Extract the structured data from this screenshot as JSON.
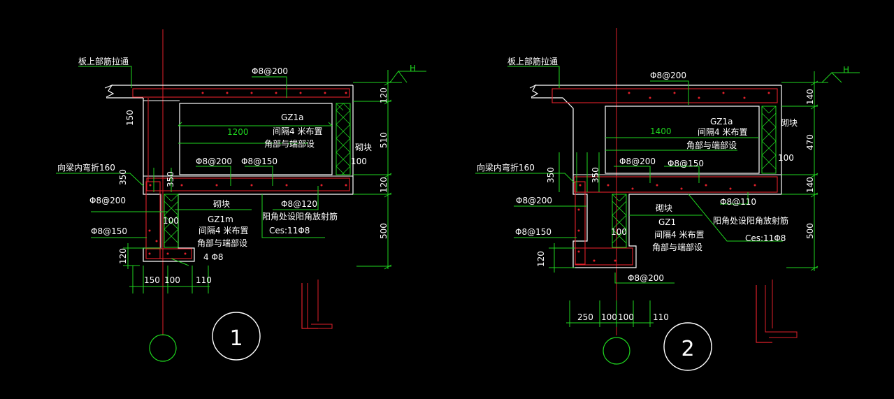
{
  "colors": {
    "background": "#000000",
    "outline": "#ffffff",
    "rebar": "#e0202a",
    "dimension": "#1fd61f",
    "text": "#ffffff",
    "dim_text": "#ffffff",
    "green_text": "#1fd61f",
    "axis": "#e0202a",
    "infill": "#1fd61f"
  },
  "detail1": {
    "note_top_left": "板上部筋拉通",
    "slab_rebar": "Φ8@200",
    "elevation_mark": "H",
    "dim_vertical_right": [
      "120",
      "510",
      "120",
      "500"
    ],
    "dim_slab_side": "150",
    "span": "1200",
    "gz_label": "GZ1a",
    "gz_note1": "间隔4 米布置",
    "gz_note2": "角部与端部设",
    "block_right": "砌块",
    "block_right_thk": "100",
    "beam_bend_note": "向梁内弯折160",
    "dim_350_a": "350",
    "dim_350_b": "350",
    "rebar_a": "Φ8@200",
    "rebar_b": "Φ8@150",
    "rebar_left1": "Φ8@200",
    "rebar_left2": "Φ8@150",
    "block_center": "砌块",
    "corner_rebar": "Φ8@120",
    "corner_note": "阳角处设阳角放射筋",
    "corner_count": "Ces:11Φ8",
    "block_thk": "100",
    "gz2_label": "GZ1m",
    "gz2_note1": "间隔4 米布置",
    "gz2_note2": "角部与端部设",
    "gz2_bars": "4 Φ8",
    "dim_120": "120",
    "dims_bottom": [
      "150",
      "100",
      "110"
    ],
    "label": "1"
  },
  "detail2": {
    "note_top_left": "板上部筋拉通",
    "slab_rebar": "Φ8@200",
    "elevation_mark": "H",
    "dim_vertical_right": [
      "140",
      "470",
      "140",
      "500"
    ],
    "span": "1400",
    "gz_label": "GZ1a",
    "gz_note1": "间隔4 米布置",
    "gz_note2": "角部与端部设",
    "block_right": "砌块",
    "block_right_thk": "100",
    "beam_bend_note": "向梁内弯折160",
    "dim_350_a": "350",
    "dim_350_b": "350",
    "rebar_a": "Φ8@200",
    "rebar_b": "Φ8@150",
    "rebar_left1": "Φ8@200",
    "rebar_left2": "Φ8@150",
    "block_center": "砌块",
    "corner_rebar": "Φ8@110",
    "block_thk": "100",
    "gz2_label": "GZ1",
    "gz2_note1": "间隔4 米布置",
    "gz2_note2": "角部与端部设",
    "corner_note": "阳角处设阳角放射筋",
    "corner_count": "Ces:11Φ8",
    "dim_120": "120",
    "bottom_rebar": "Φ8@200",
    "dims_bottom": [
      "250",
      "100",
      "100",
      "110"
    ],
    "label": "2"
  }
}
